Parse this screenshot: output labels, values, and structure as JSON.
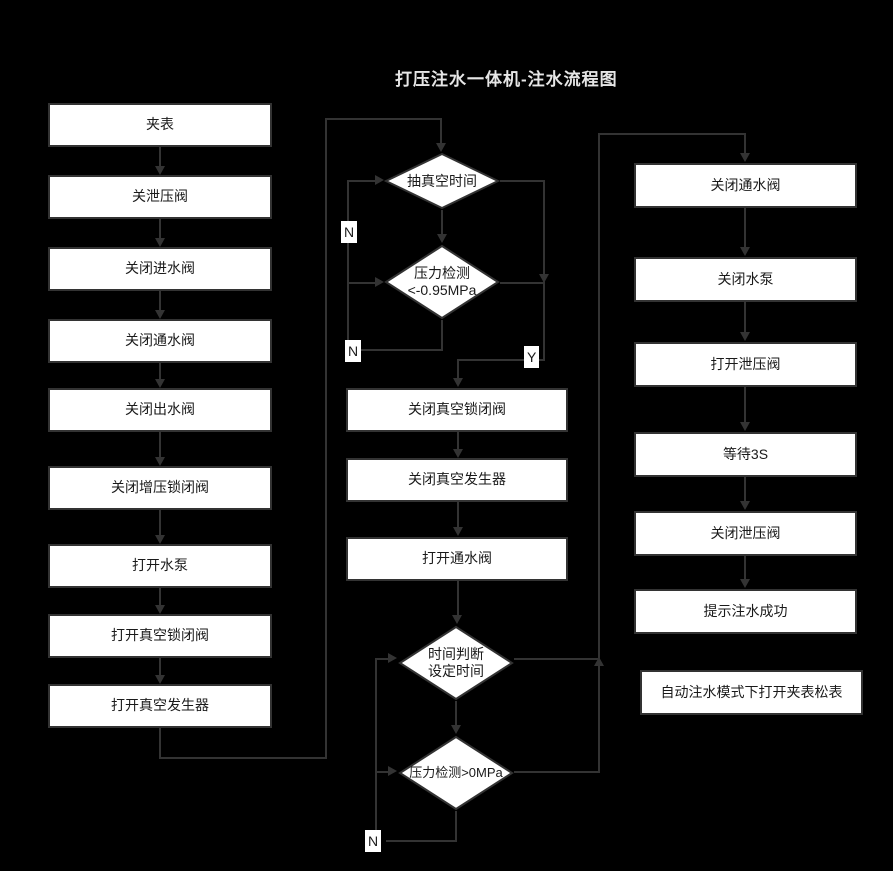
{
  "title": "打压注水一体机-注水流程图",
  "colors": {
    "background": "#000000",
    "node_fill": "#ffffff",
    "node_border": "#333333",
    "edge": "#333333",
    "title_text": "#e6e6e6",
    "node_text": "#1a1a1a"
  },
  "columns": {
    "left": {
      "nodes": [
        {
          "id": "l1",
          "label": "夹表"
        },
        {
          "id": "l2",
          "label": "关泄压阀"
        },
        {
          "id": "l3",
          "label": "关闭进水阀"
        },
        {
          "id": "l4",
          "label": "关闭通水阀"
        },
        {
          "id": "l5",
          "label": "关闭出水阀"
        },
        {
          "id": "l6",
          "label": "关闭增压锁闭阀"
        },
        {
          "id": "l7",
          "label": "打开水泵"
        },
        {
          "id": "l8",
          "label": "打开真空锁闭阀"
        },
        {
          "id": "l9",
          "label": "打开真空发生器"
        }
      ]
    },
    "middle": {
      "nodes": [
        {
          "id": "m1",
          "type": "decision",
          "label": "抽真空时间"
        },
        {
          "id": "m2",
          "type": "decision",
          "label": "压力检测\n<-0.95MPa"
        },
        {
          "id": "m3",
          "type": "process",
          "label": "关闭真空锁闭阀"
        },
        {
          "id": "m4",
          "type": "process",
          "label": "关闭真空发生器"
        },
        {
          "id": "m5",
          "type": "process",
          "label": "打开通水阀"
        },
        {
          "id": "m6",
          "type": "decision",
          "label": "时间判断\n设定时间"
        },
        {
          "id": "m7",
          "type": "decision",
          "label": "压力检测>0MPa"
        }
      ]
    },
    "right": {
      "nodes": [
        {
          "id": "r1",
          "label": "关闭通水阀"
        },
        {
          "id": "r2",
          "label": "关闭水泵"
        },
        {
          "id": "r3",
          "label": "打开泄压阀"
        },
        {
          "id": "r4",
          "label": "等待3S"
        },
        {
          "id": "r5",
          "label": "关闭泄压阀"
        },
        {
          "id": "r6",
          "label": "提示注水成功"
        },
        {
          "id": "r7",
          "label": "自动注水模式下打开夹表松表"
        }
      ]
    }
  },
  "edge_labels": {
    "n1": "N",
    "n2": "N",
    "y1": "Y",
    "n3": "N"
  }
}
